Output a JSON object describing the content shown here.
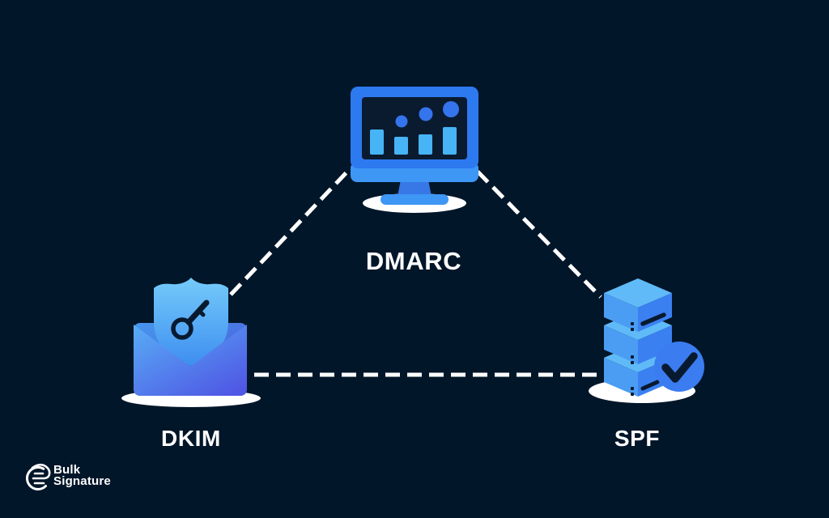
{
  "diagram": {
    "description": "Email authentication triangle diagram",
    "background_color": "#021629"
  },
  "nodes": [
    {
      "id": "dmarc",
      "label": "DMARC",
      "icon": "monitor-analytics-icon",
      "position": "top-center"
    },
    {
      "id": "dkim",
      "label": "DKIM",
      "icon": "envelope-shield-key-icon",
      "position": "bottom-left"
    },
    {
      "id": "spf",
      "label": "SPF",
      "icon": "server-stack-check-icon",
      "position": "bottom-right"
    }
  ],
  "connections": [
    {
      "from": "DMARC",
      "to": "DKIM",
      "style": "dashed",
      "color": "#FFFFFF"
    },
    {
      "from": "DMARC",
      "to": "SPF",
      "style": "dashed",
      "color": "#FFFFFF"
    },
    {
      "from": "DKIM",
      "to": "SPF",
      "style": "dashed",
      "color": "#FFFFFF"
    }
  ],
  "logo": {
    "icon": "bulksignature-logo-icon",
    "line1": "Bulk",
    "line2": "Signature"
  },
  "colors": {
    "background": "#021629",
    "primary_blue": "#2D79F0",
    "sky_blue": "#3E96F5",
    "light_blue": "#46B4F5",
    "indigo": "#4F58E4",
    "badge_blue": "#3B7CF0",
    "dark_glyph": "#081A30",
    "white": "#FFFFFF"
  }
}
